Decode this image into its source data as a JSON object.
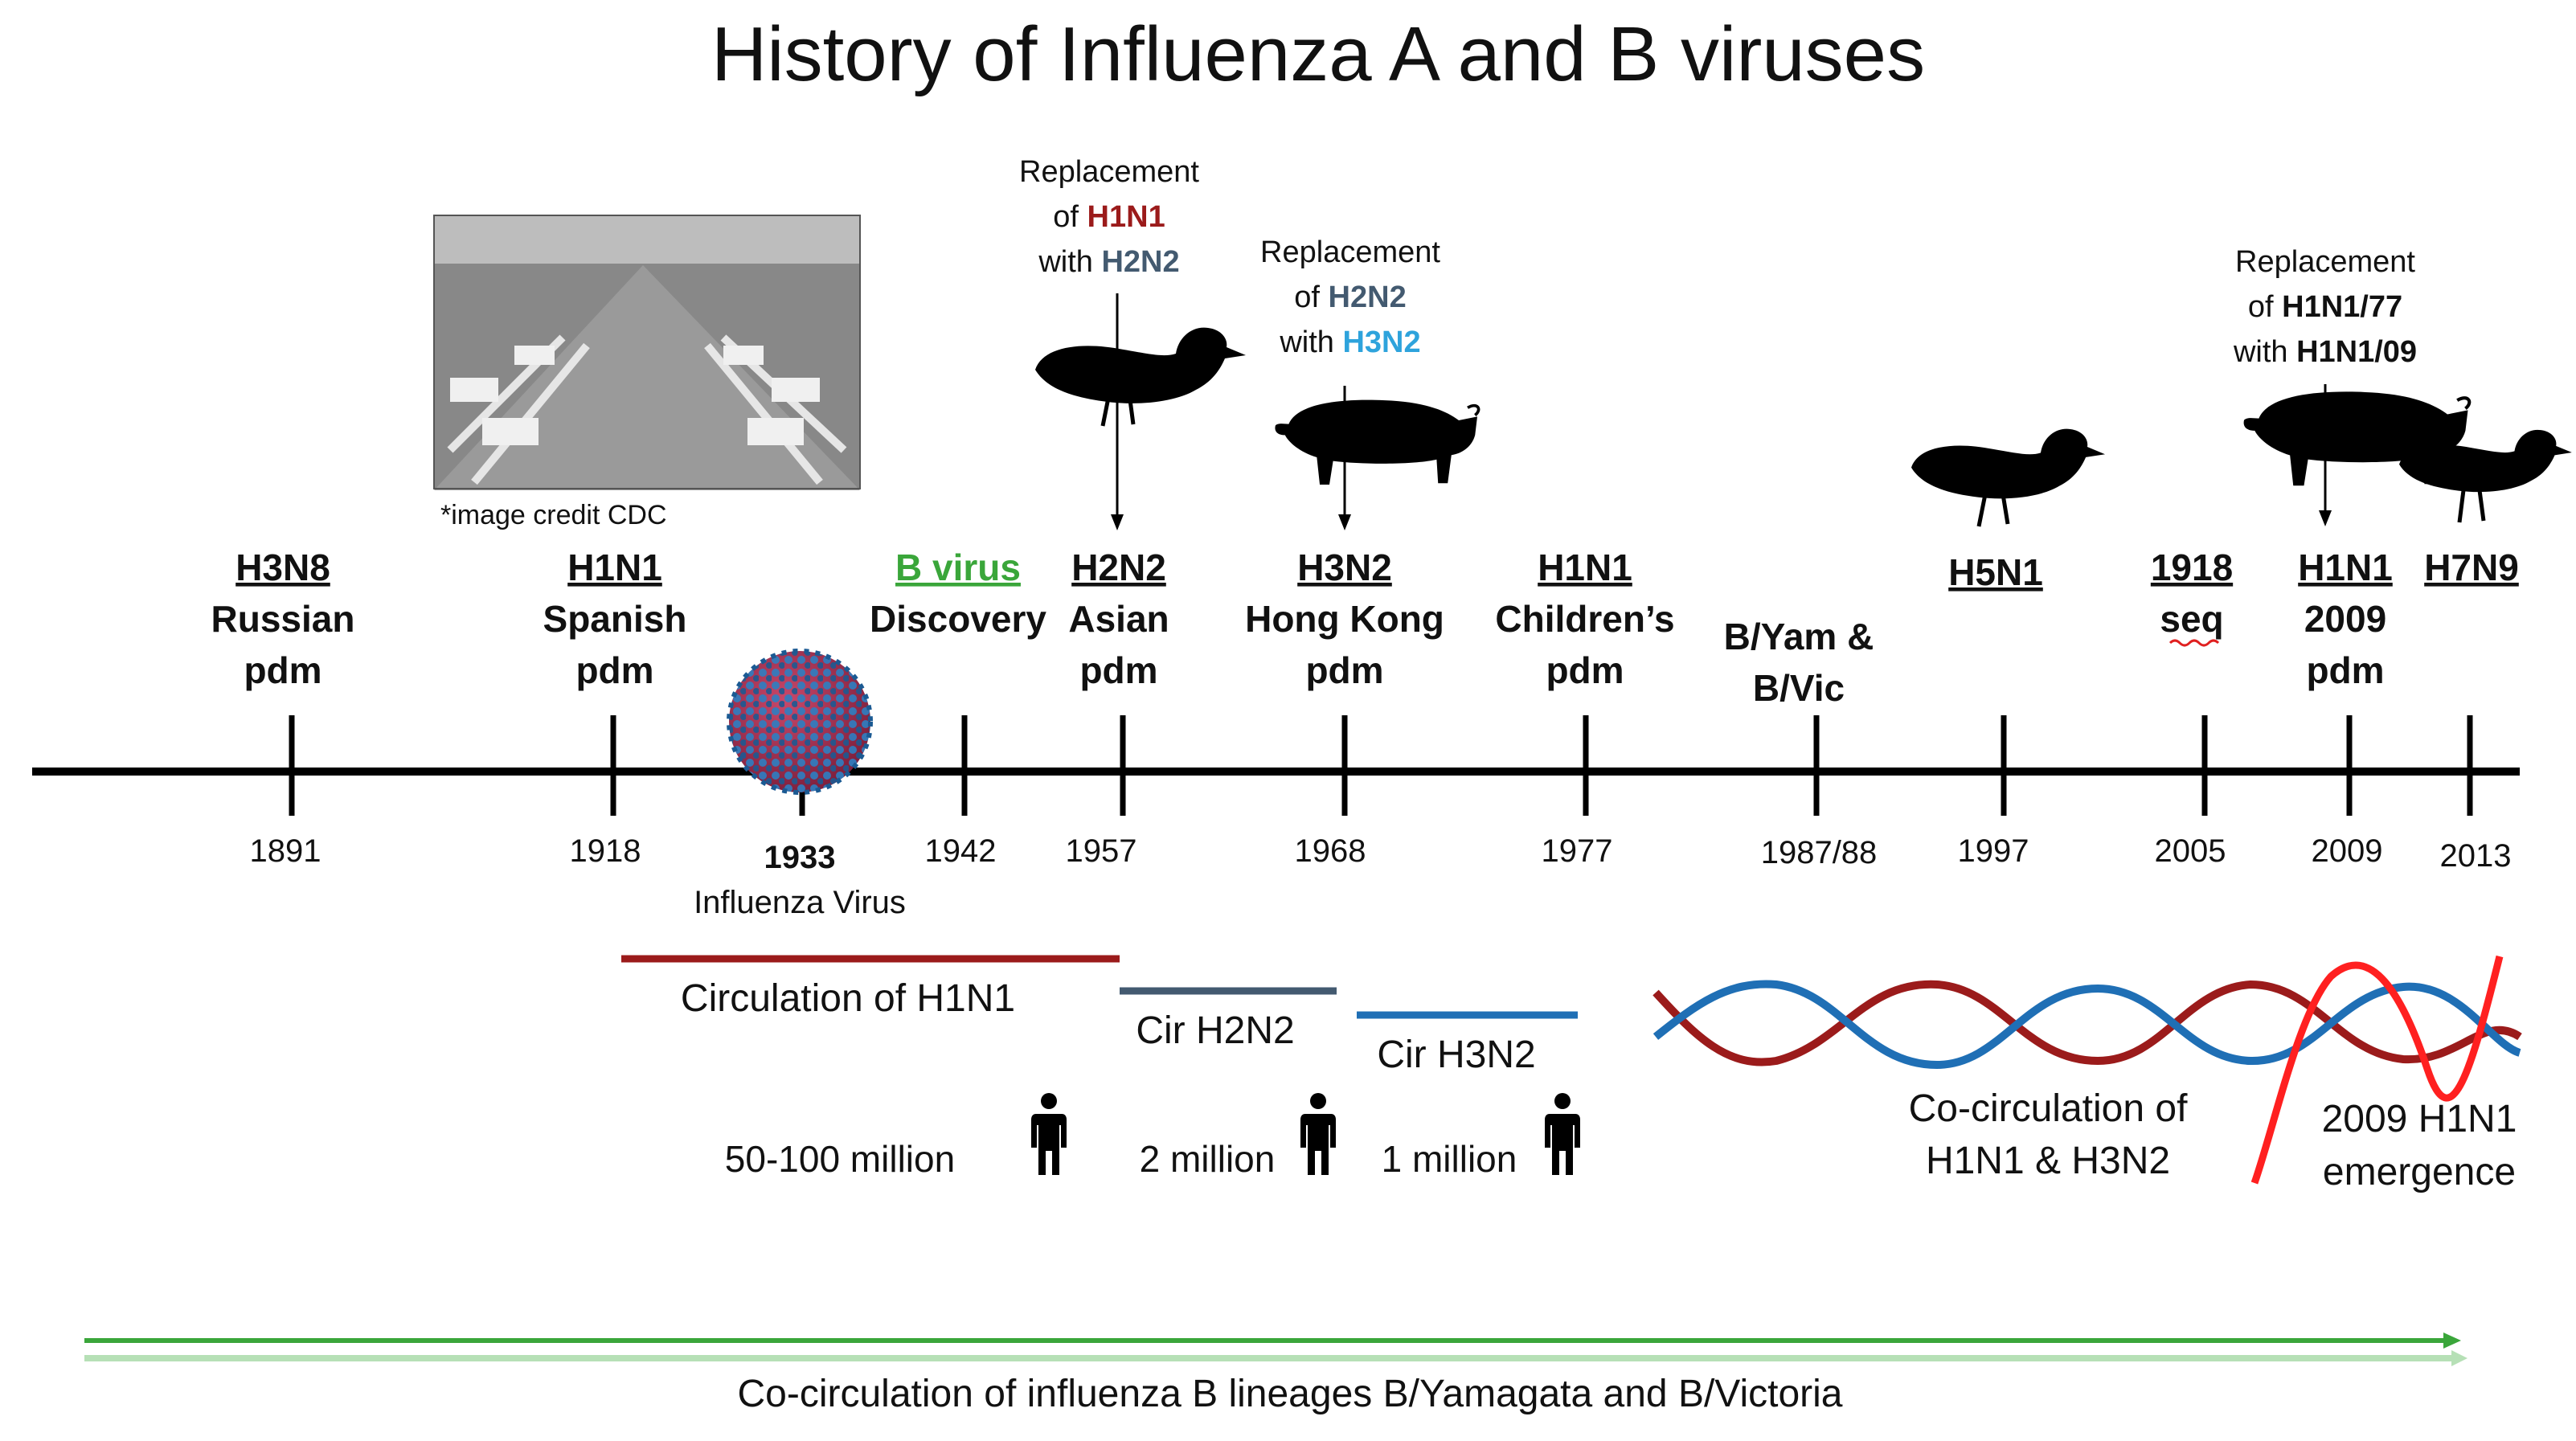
{
  "title": "History of Influenza A and B viruses",
  "image_credit": "*image credit CDC",
  "colors": {
    "h1n1": "#9b1b1b",
    "h2n2": "#435a70",
    "h3n2": "#1f6fb5",
    "h3n2_light": "#2ea3dc",
    "b_virus": "#3aa63a",
    "emergence": "#ff2020",
    "b_lineage_arrow": "#46b046"
  },
  "events": [
    {
      "subtype": "H3N8",
      "line2": "Russian",
      "line3": "pdm",
      "year": "1891"
    },
    {
      "subtype": "H1N1",
      "line2": "Spanish",
      "line3": "pdm",
      "year": "1918"
    },
    {
      "year": "1933",
      "line2": "Influenza Virus"
    },
    {
      "subtype": "B virus",
      "line2": "Discovery",
      "year": "1942"
    },
    {
      "subtype": "H2N2",
      "line2": "Asian",
      "line3": "pdm",
      "year": "1957"
    },
    {
      "subtype": "H3N2",
      "line2": "Hong Kong",
      "line3": "pdm",
      "year": "1968"
    },
    {
      "subtype": "H1N1",
      "line2": "Children’s",
      "line3": "pdm",
      "year": "1977"
    },
    {
      "line1": "B/Yam &",
      "line2": "B/Vic",
      "year": "1987/88"
    },
    {
      "subtype": "H5N1",
      "year": "1997"
    },
    {
      "subtype": "1918",
      "line2": "seq",
      "year": "2005"
    },
    {
      "subtype": "H1N1",
      "line2": "2009",
      "line3": "pdm",
      "year": "2009"
    },
    {
      "subtype": "H7N9",
      "year": "2013"
    }
  ],
  "replacements": [
    {
      "l1": "Replacement",
      "l2a": "of ",
      "l2b": "H1N1",
      "l3a": "with ",
      "l3b": "H2N2"
    },
    {
      "l1": "Replacement",
      "l2a": "of ",
      "l2b": "H2N2",
      "l3a": "with ",
      "l3b": "H3N2"
    },
    {
      "l1": "Replacement",
      "l2a": "of ",
      "l2b": "H1N1/77",
      "l3a": "with ",
      "l3b": "H1N1/09"
    }
  ],
  "circulation": {
    "h1n1": "Circulation of H1N1",
    "h2n2": "Cir H2N2",
    "h3n2": "Cir H3N2",
    "cocirc_l1": "Co-circulation of",
    "cocirc_l2": "H1N1 & H3N2",
    "emerg_l1": "2009 H1N1",
    "emerg_l2": "emergence"
  },
  "deaths": [
    "50-100 million",
    "2 million",
    "1 million"
  ],
  "footer": "Co-circulation of influenza B lineages B/Yamagata and B/Victoria"
}
